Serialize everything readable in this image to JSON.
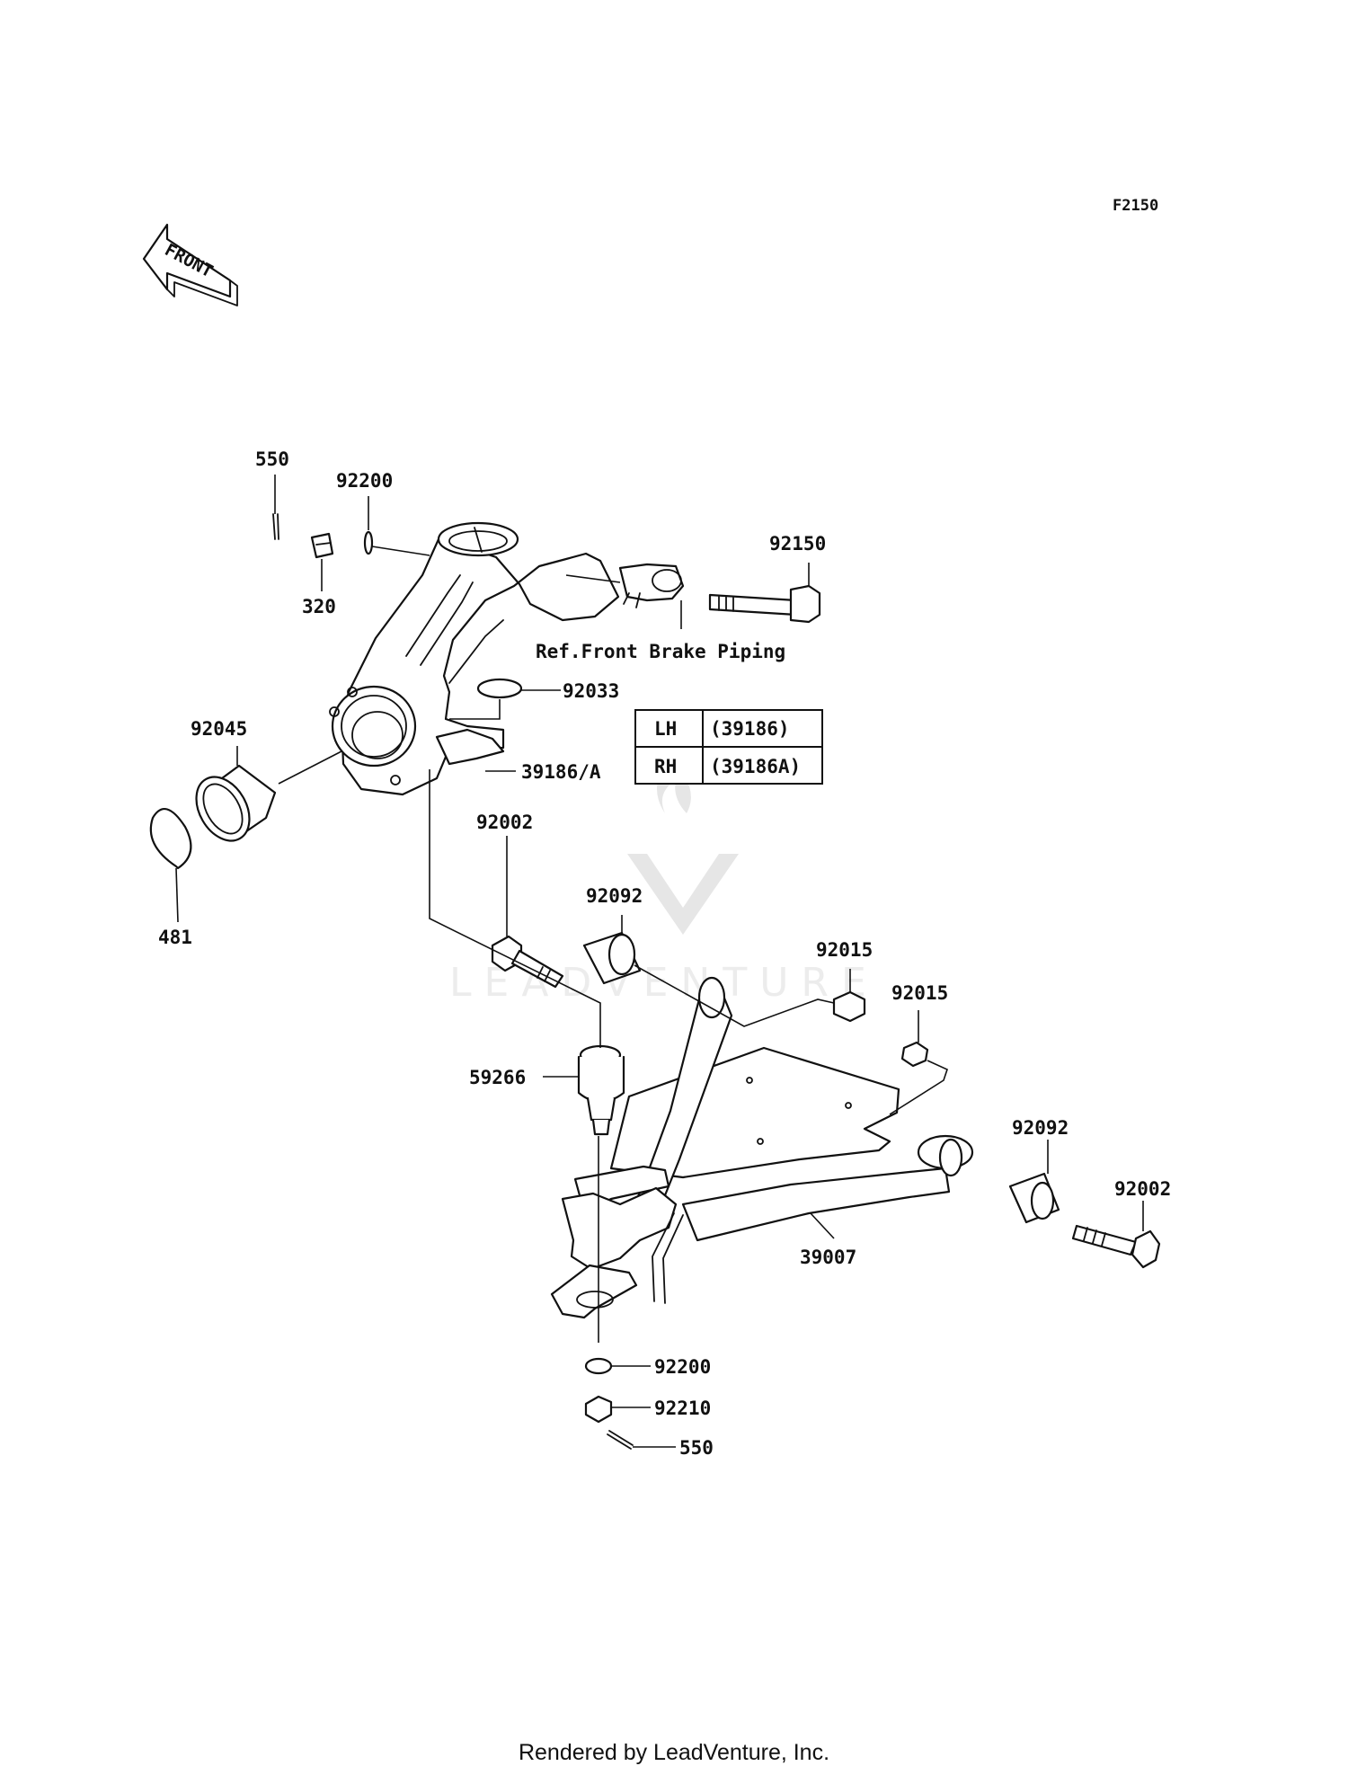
{
  "diagram_code": "F2150",
  "front_label": "FRONT",
  "watermark": "LEADVENTURE",
  "footer": "Rendered by LeadVenture, Inc.",
  "ref_note": "Ref.Front Brake Piping",
  "callouts": {
    "c550_top": "550",
    "c92200_top": "92200",
    "c320": "320",
    "c92150": "92150",
    "c92033": "92033",
    "c39186": "39186/A",
    "c92045": "92045",
    "c481": "481",
    "c92002_left": "92002",
    "c92092_left": "92092",
    "c92015_a": "92015",
    "c92015_b": "92015",
    "c59266": "59266",
    "c92092_right": "92092",
    "c92002_right": "92002",
    "c39007": "39007",
    "c92200_bottom": "92200",
    "c92210": "92210",
    "c550_bottom": "550"
  },
  "side_table": [
    {
      "side": "LH",
      "part": "(39186)"
    },
    {
      "side": "RH",
      "part": "(39186A)"
    }
  ]
}
